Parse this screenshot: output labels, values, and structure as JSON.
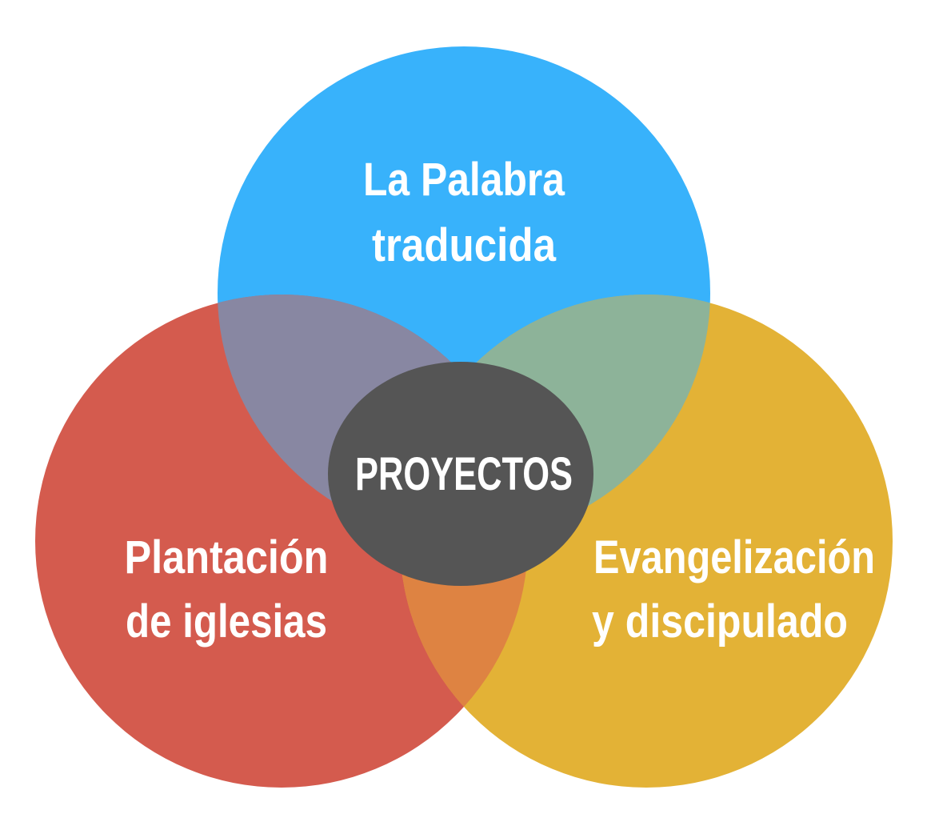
{
  "diagram": {
    "center": {
      "label": "PROYECTOS",
      "color": "#555555"
    },
    "circles": {
      "top": {
        "line1": "La Palabra",
        "line2": "traducida",
        "color": "#38B2FB"
      },
      "left": {
        "line1": "Plantación",
        "line2": "de iglesias",
        "color": "#D45B4E"
      },
      "right": {
        "line1": "Evangelización",
        "line2": "y discipulado",
        "color": "#E3B236"
      }
    },
    "overlaps": {
      "top_left": "#8887A2",
      "top_right": "#8DB399",
      "left_right": "#DE8342"
    }
  }
}
